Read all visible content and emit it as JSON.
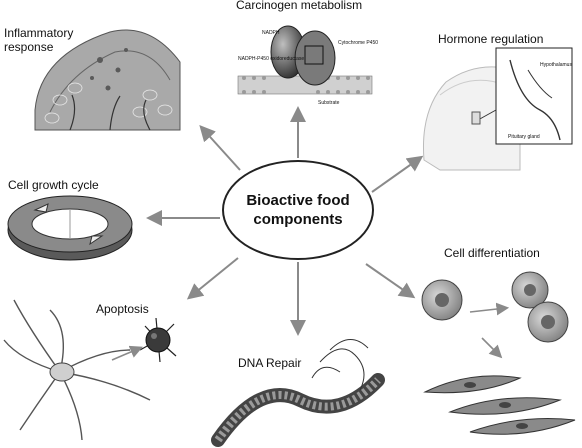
{
  "center": {
    "title": "Bioactive food components"
  },
  "nodes": {
    "inflammatory": {
      "label": "Inflammatory response"
    },
    "carcinogen": {
      "label": "Carcinogen metabolism",
      "parts": {
        "nadph": "NADPH",
        "reductase": "NADPH-P450 oxidoreductase",
        "cyp": "Cytochrome P450",
        "substrate": "Substrate"
      }
    },
    "hormone": {
      "label": "Hormone regulation",
      "parts": {
        "hypothalamus": "Hypothalamus",
        "pituitary": "Pituitary gland"
      }
    },
    "cell_growth": {
      "label": "Cell  growth cycle"
    },
    "differentiation": {
      "label": "Cell differentiation"
    },
    "apoptosis": {
      "label": "Apoptosis"
    },
    "dna_repair": {
      "label": "DNA Repair"
    }
  },
  "colors": {
    "arrow": "#8a8a8a",
    "outline": "#222222",
    "tissue": "#9a9a9a",
    "dark": "#3a3a3a"
  }
}
